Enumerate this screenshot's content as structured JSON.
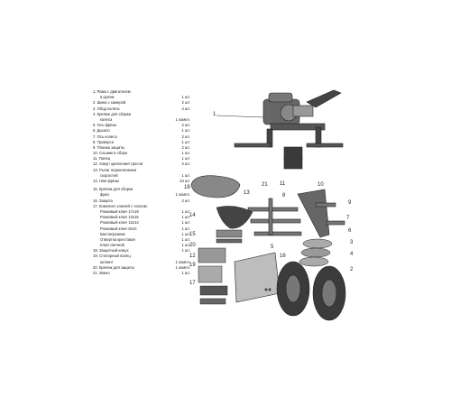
{
  "parts": [
    {
      "text": "1. Рама с двигателем",
      "qty": ""
    },
    {
      "text": "и рулем",
      "qty": "1 шт.",
      "indent": true
    },
    {
      "text": "2. Шина с камерой",
      "qty": "2 шт."
    },
    {
      "text": "3. Обод колеса",
      "qty": "4 шт."
    },
    {
      "text": "4. Крепеж для сборки",
      "qty": ""
    },
    {
      "text": "колеса",
      "qty": "1 компл.",
      "indent": true
    },
    {
      "text": "5. Ось фрезы",
      "qty": "2 шт."
    },
    {
      "text": "6. Дышло",
      "qty": "1 шт."
    },
    {
      "text": "7. Ось колеса",
      "qty": "2 шт."
    },
    {
      "text": "8. Траверса",
      "qty": "1 шт."
    },
    {
      "text": "9. Планка защиты",
      "qty": "2 шт."
    },
    {
      "text": "10. Сошник в сборе",
      "qty": "1 шт."
    },
    {
      "text": "11. Палец",
      "qty": "1 шт."
    },
    {
      "text": "12. Хомут крепления тросов",
      "qty": "2 шт."
    },
    {
      "text": "13. Рычаг переключения",
      "qty": ""
    },
    {
      "text": "скоростей",
      "qty": "1 шт.",
      "indent": true
    },
    {
      "text": "14. Нож фрезы",
      "qty": "24 шт."
    },
    {
      "text": "15. Крепеж для сборки",
      "qty": "",
      "gap": true
    },
    {
      "text": "фрез",
      "qty": "1 компл.",
      "indent": true
    },
    {
      "text": "16. Защита",
      "qty": "2 шт."
    },
    {
      "text": "17. Комплект ключей с чехлом:",
      "qty": ""
    },
    {
      "text": "Рожковый ключ 17х19",
      "qty": "1 шт.",
      "indent": true
    },
    {
      "text": "Рожковый ключ 13х16",
      "qty": "1 шт.",
      "indent": true
    },
    {
      "text": "Рожковый ключ 12х14",
      "qty": "1 шт.",
      "indent": true
    },
    {
      "text": "Рожковый ключ 8х10",
      "qty": "1 шт.",
      "indent": true
    },
    {
      "text": "Шестигранник",
      "qty": "1 шт.",
      "indent": true
    },
    {
      "text": "Отвертка крестовая",
      "qty": "1 шт.",
      "indent": true
    },
    {
      "text": "Ключ свечной",
      "qty": "1 шт.",
      "indent": true
    },
    {
      "text": "18. Защитный кожух",
      "qty": "1 шт."
    },
    {
      "text": "19. Стопорный палец",
      "qty": ""
    },
    {
      "text": "шплинт",
      "qty": "1 компл.",
      "indent": true
    },
    {
      "text": "20. Крепеж для защиты",
      "qty": "1 компл."
    },
    {
      "text": "21. Звено",
      "qty": "1 шт."
    }
  ],
  "callouts": [
    "1",
    "18",
    "13",
    "21",
    "11",
    "10",
    "8",
    "9",
    "14",
    "7",
    "6",
    "15",
    "3",
    "20",
    "5",
    "4",
    "12",
    "16",
    "19",
    "2",
    "17"
  ]
}
